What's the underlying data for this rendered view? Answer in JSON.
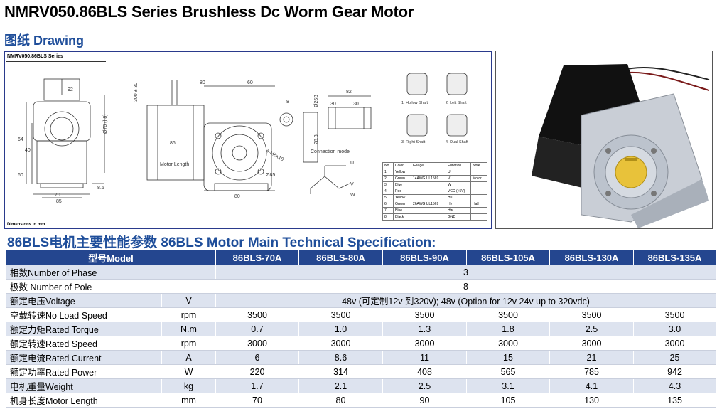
{
  "header": {
    "title": "NMRV050.86BLS Series Brushless Dc Worm Gear Motor",
    "drawing_heading": "图纸 Drawing"
  },
  "drawing": {
    "series_label": "NMRV050.86BLS Series",
    "footer": "Dimensions in mm",
    "dims": {
      "d92": "92",
      "d80a": "80",
      "d60": "60",
      "d82": "82",
      "d30a": "30",
      "d30b": "30",
      "d64": "64",
      "d40": "40",
      "d60b": "60",
      "d70": "70",
      "d85": "85",
      "d85b": "85",
      "d80b": "80",
      "d86": "86",
      "d28": "28.3",
      "d8": "8",
      "d85c": "8.5",
      "d300": "300 ± 30",
      "phi70": "Ø70 (h8)",
      "phi25": "Ø25B",
      "phi85": "Ø85",
      "mbolt": "4-M6x10",
      "motor_length": "Motor Length",
      "connection_mode": "Connection mode",
      "conn_u": "U",
      "conn_v": "V",
      "conn_w": "W"
    },
    "shafts": [
      "1. Hollow Shaft",
      "2. Left Shaft",
      "3. Right Shaft",
      "4. Dual Shaft"
    ],
    "wire_table": {
      "headers": [
        "No.",
        "Color",
        "Gauge",
        "Function",
        "Note"
      ],
      "rows": [
        [
          "1",
          "Yellow",
          "",
          "U",
          ""
        ],
        [
          "2",
          "Green",
          "14AWG UL1569",
          "V",
          "Motor"
        ],
        [
          "3",
          "Blue",
          "",
          "W",
          ""
        ],
        [
          "4",
          "Red",
          "",
          "VCC (+5V)",
          ""
        ],
        [
          "5",
          "Yellow",
          "",
          "Hu",
          ""
        ],
        [
          "6",
          "Green",
          "26AWG UL1569",
          "Hv",
          "Hall"
        ],
        [
          "7",
          "Blue",
          "",
          "Hw",
          ""
        ],
        [
          "8",
          "Black",
          "",
          "GND",
          ""
        ]
      ]
    }
  },
  "spec": {
    "title": "86BLS电机主要性能参数 86BLS Motor Main Technical Specification:",
    "model_header": "型号Model",
    "models": [
      "86BLS-70A",
      "86BLS-80A",
      "86BLS-90A",
      "86BLS-105A",
      "86BLS-130A",
      "86BLS-135A"
    ],
    "rows": [
      {
        "name": "相数Number of Phase",
        "unit": "",
        "merged": "3"
      },
      {
        "name": "极数 Number of Pole",
        "unit": "",
        "merged": "8"
      },
      {
        "name": "额定电压Voltage",
        "unit": "V",
        "merged": "48v (可定制12v 到320v); 48v (Option for 12v 24v up to 320vdc)"
      },
      {
        "name": "空载转速No Load Speed",
        "unit": "rpm",
        "values": [
          "3500",
          "3500",
          "3500",
          "3500",
          "3500",
          "3500"
        ]
      },
      {
        "name": "额定力矩Rated Torque",
        "unit": "N.m",
        "values": [
          "0.7",
          "1.0",
          "1.3",
          "1.8",
          "2.5",
          "3.0"
        ]
      },
      {
        "name": "额定转速Rated Speed",
        "unit": "rpm",
        "values": [
          "3000",
          "3000",
          "3000",
          "3000",
          "3000",
          "3000"
        ]
      },
      {
        "name": "额定电流Rated Current",
        "unit": "A",
        "values": [
          "6",
          "8.6",
          "11",
          "15",
          "21",
          "25"
        ]
      },
      {
        "name": "额定功率Rated Power",
        "unit": "W",
        "values": [
          "220",
          "314",
          "408",
          "565",
          "785",
          "942"
        ]
      },
      {
        "name": "电机重量Weight",
        "unit": "kg",
        "values": [
          "1.7",
          "2.1",
          "2.5",
          "3.1",
          "4.1",
          "4.3"
        ]
      },
      {
        "name": "机身长度Motor Length",
        "unit": "mm",
        "values": [
          "70",
          "80",
          "90",
          "105",
          "130",
          "135"
        ]
      }
    ]
  },
  "colors": {
    "accent": "#1f4e9a",
    "header_bg": "#24468f",
    "stripe": "#dde3ef"
  }
}
